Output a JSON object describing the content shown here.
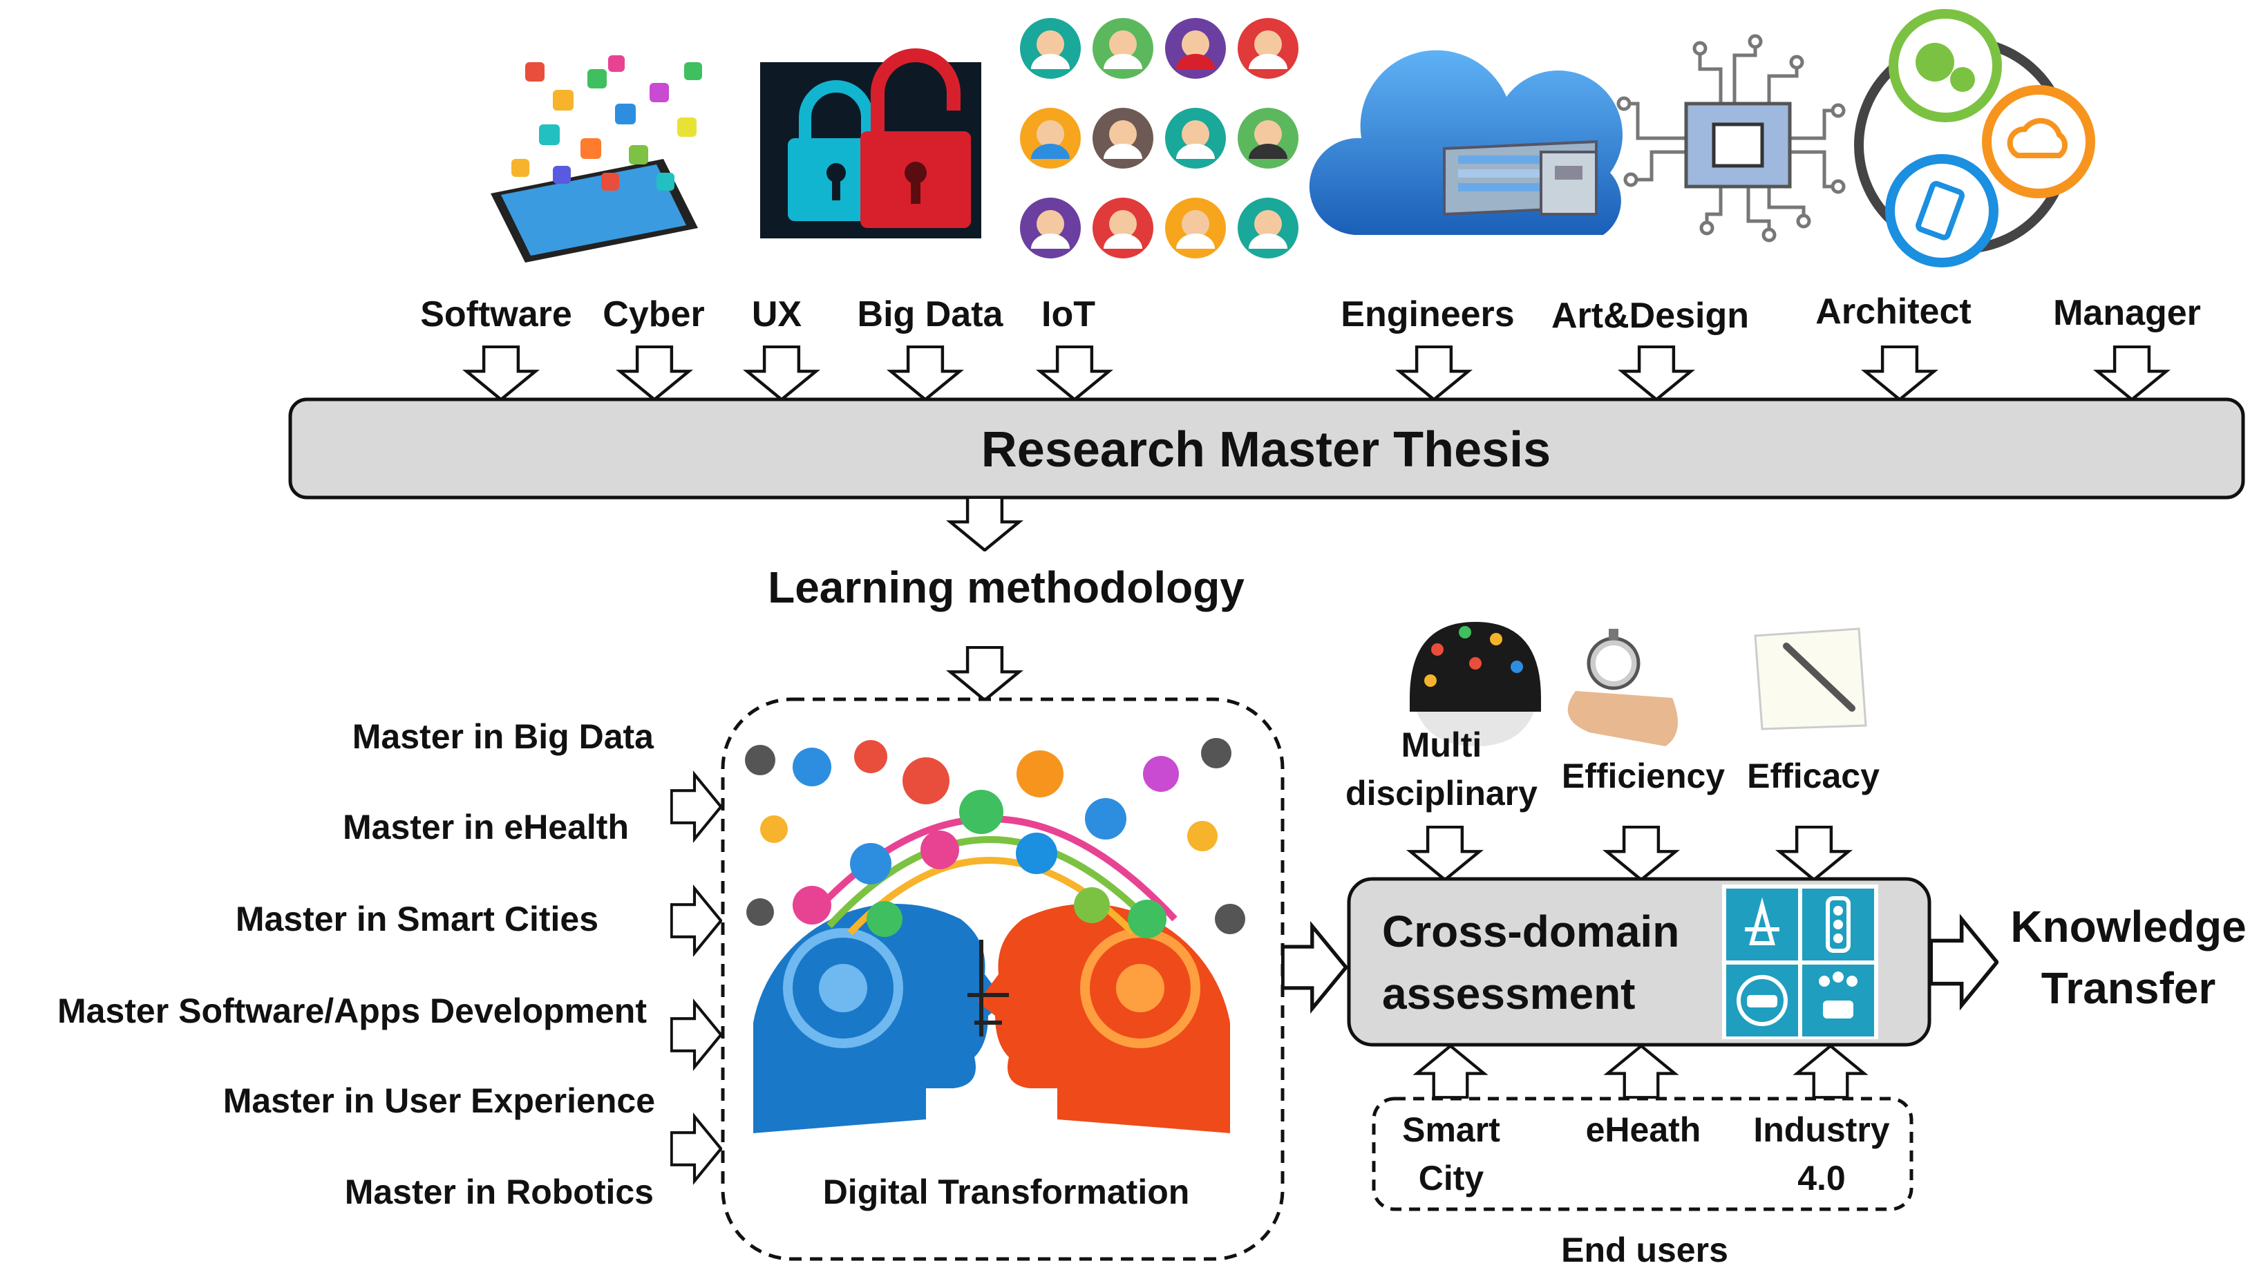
{
  "top_labels": [
    "Software",
    "Cyber",
    "UX",
    "Big Data",
    "IoT",
    "Engineers",
    "Art&Design",
    "Architect",
    "Manager"
  ],
  "thesis_label": "Research Master Thesis",
  "methodology_label": "Learning methodology",
  "masters": [
    "Master in Big Data",
    "Master in eHealth",
    "Master in Smart Cities",
    "Master Software/Apps Development",
    "Master in User Experience",
    "Master in Robotics"
  ],
  "digital_label": "Digital Transformation",
  "criteria": {
    "multi_line1": "Multi",
    "multi_line2": "disciplinary",
    "efficiency": "Efficiency",
    "efficacy": "Efficacy"
  },
  "assessment": {
    "line1": "Cross-domain",
    "line2": "assessment"
  },
  "knowledge": {
    "line1": "Knowledge",
    "line2": "Transfer"
  },
  "end_users": {
    "smart_line1": "Smart",
    "smart_line2": "City",
    "eheath": "eHeath",
    "industry_line1": "Industry",
    "industry_line2": "4.0",
    "caption": "End users"
  },
  "colors": {
    "thesis_fill": "#d9d9d9",
    "assessment_fill": "#d9d9d9",
    "tile_blue": "#1f9ec0",
    "head_left": "#1a78c8",
    "head_right": "#ef4a1a",
    "cloud_blue": "#2a7fd6",
    "lock_cyan": "#12b5cf",
    "lock_red": "#d8202c",
    "ring_green": "#7cc242",
    "ring_orange": "#f7941d",
    "ring_blue": "#1b8fe0"
  }
}
